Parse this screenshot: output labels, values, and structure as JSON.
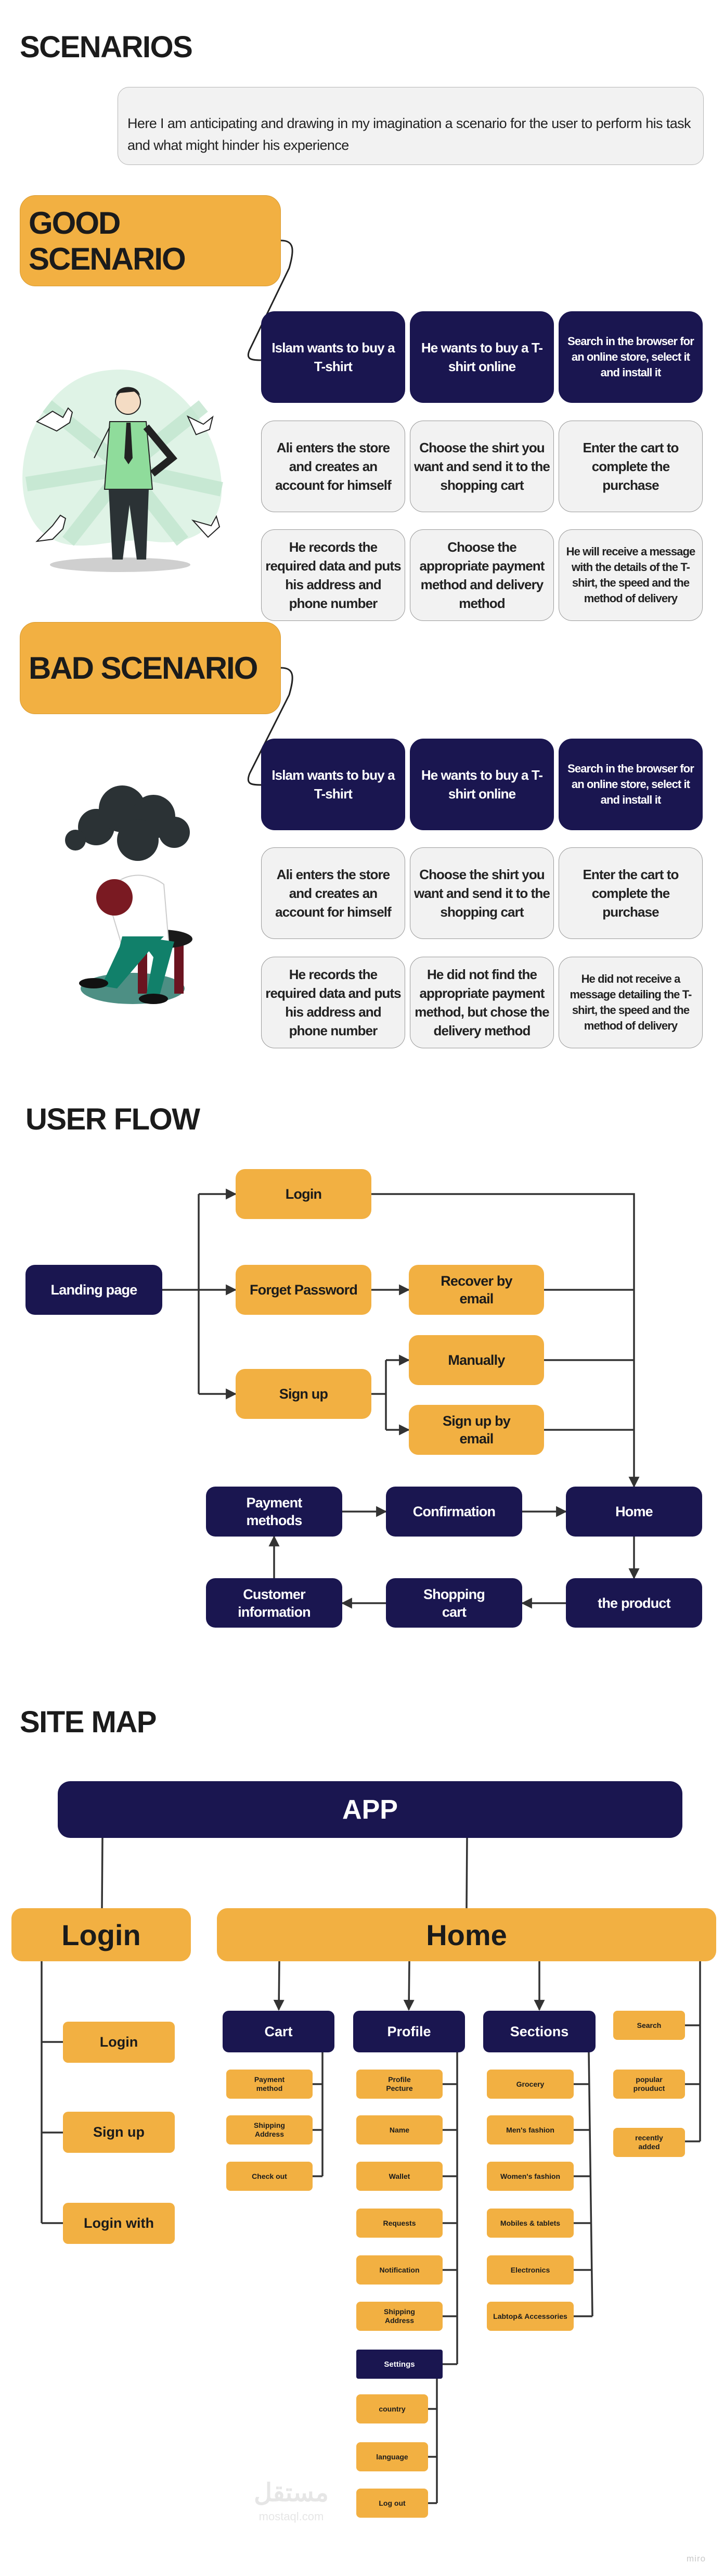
{
  "colors": {
    "navy": "#1a1650",
    "orange": "#f2b042",
    "card_gray": "#f2f2f2"
  },
  "scenarios": {
    "title": "SCENARIOS",
    "description": "Here I am anticipating and drawing in my imagination a scenario for the user to perform his task and what might hinder his experience",
    "good": {
      "title": "GOOD SCENARIO",
      "illustration": "happy-man-thumbs-up-illustration",
      "cards": [
        "Islam wants to buy a T-shirt",
        "He wants to buy a T-shirt online",
        "Search in the browser for an online store, select it and install it",
        "Ali enters the store and creates an account for himself",
        "Choose the shirt you want and send it to the shopping cart",
        "Enter the cart to complete the purchase",
        "He records the required data and puts his address and phone number",
        "Choose the appropriate payment method and delivery method",
        "He will receive a message with the details of the T-shirt, the speed and the method of delivery"
      ]
    },
    "bad": {
      "title": "BAD SCENARIO",
      "illustration": "sad-man-under-cloud-illustration",
      "cards": [
        "Islam wants to buy a T-shirt",
        "He wants to buy a T-shirt online",
        "Search in the browser for an online store, select it and install it",
        "Ali enters the store and creates an account for himself",
        "Choose the shirt you want and send it to the shopping cart",
        "Enter the cart to complete the purchase",
        "He records the required data and puts his address and phone number",
        "He did not find the appropriate payment method, but chose the delivery method",
        "He did not receive a message detailing the T-shirt, the speed and the method of delivery"
      ]
    }
  },
  "user_flow": {
    "title": "USER FLOW",
    "nodes": {
      "landing": "Landing page",
      "login": "Login",
      "forget": "Forget Password",
      "recover": "Recover by email",
      "signup": "Sign up",
      "manually": "Manually",
      "signup_email": "Sign up by email",
      "home": "Home",
      "product": "the product",
      "cart": "Shopping cart",
      "customer": "Customer information",
      "payment": "Payment methods",
      "confirmation": "Confirmation"
    }
  },
  "site_map": {
    "title": "SITE MAP",
    "app": "APP",
    "login": {
      "title": "Login",
      "items": [
        "Login",
        "Sign up",
        "Login with"
      ]
    },
    "home": {
      "title": "Home",
      "cart": {
        "title": "Cart",
        "items": [
          "Payment method",
          "Shipping Address",
          "Check out"
        ]
      },
      "profile": {
        "title": "Profile",
        "items": [
          "Profile Pecture",
          "Name",
          "Wallet",
          "Requests",
          "Notification",
          "Shipping Address"
        ],
        "settings": {
          "title": "Settings",
          "items": [
            "country",
            "language",
            "Log out"
          ]
        }
      },
      "sections": {
        "title": "Sections",
        "items": [
          "Grocery",
          "Men's fashion",
          "Women's fashion",
          "Mobiles & tablets",
          "Electronics",
          "Labtop& Accessories"
        ]
      },
      "extras": [
        "Search",
        "popular prouduct",
        "recently added"
      ]
    }
  },
  "watermarks": {
    "mostaql_ar": "مستقل",
    "mostaql": "mostaql.com",
    "miro": "miro"
  }
}
